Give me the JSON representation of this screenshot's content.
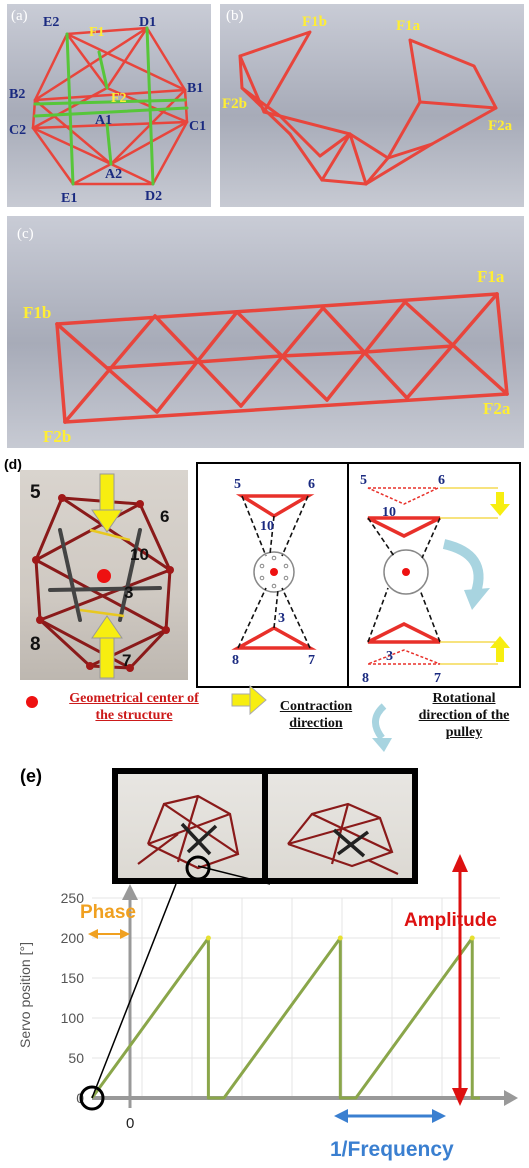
{
  "panel_a": {
    "letter": "(a)",
    "labels": {
      "E2": "E2",
      "F1": "F1",
      "D1": "D1",
      "B2": "B2",
      "F2": "F2",
      "B1": "B1",
      "C2": "C2",
      "A1": "A1",
      "C1": "C1",
      "E1": "E1",
      "A2": "A2",
      "D2": "D2"
    }
  },
  "panel_b": {
    "letter": "(b)",
    "labels": {
      "F1b": "F1b",
      "F1a": "F1a",
      "F2b": "F2b",
      "F2a": "F2a"
    }
  },
  "panel_c": {
    "letter": "(c)",
    "labels": {
      "F1b": "F1b",
      "F1a": "F1a",
      "F2b": "F2b",
      "F2a": "F2a"
    }
  },
  "panel_d": {
    "letter": "(d)",
    "photo_numbers": {
      "n5": "5",
      "n6": "6",
      "n10": "10",
      "n3": "3",
      "n8": "8",
      "n7": "7"
    },
    "diagram_left": {
      "n5": "5",
      "n6": "6",
      "n10": "10",
      "n3": "3",
      "n8": "8",
      "n7": "7"
    },
    "diagram_right": {
      "n5": "5",
      "n6": "6",
      "n10": "10",
      "n3": "3",
      "n8": "8",
      "n7": "7"
    },
    "legend": {
      "center_line1": "Geometrical center of",
      "center_line2": "the structure",
      "contraction_line1": "Contraction",
      "contraction_line2": "direction",
      "rotation_line1": "Rotational",
      "rotation_line2": "direction of the",
      "rotation_line3": "pulley"
    }
  },
  "panel_e": {
    "letter": "(e)",
    "phase_label": "Phase",
    "amplitude_label": "Amplitude",
    "frequency_label": "1/Frequency",
    "zero_label": "0"
  },
  "colors": {
    "strut_red": "#e8453c",
    "strut_green": "#57c63a",
    "label_yellow": "#ffee33",
    "label_navy": "#1a2a80",
    "signal_olive": "#8aa64a",
    "phase_orange": "#f0a020",
    "amplitude_red": "#dd1111",
    "frequency_blue": "#3a7fd0"
  },
  "chart_data": {
    "type": "line",
    "title": "",
    "xlabel": "",
    "ylabel": "Servo position [°]",
    "ylim": [
      0,
      250
    ],
    "yticks": [
      "0",
      "50",
      "100",
      "150",
      "200",
      "250"
    ],
    "x_tick_labels": [
      "0"
    ],
    "series": [
      {
        "values_description_free": true,
        "x": [
          0,
          0.9,
          0.9,
          1.02,
          1.02,
          1.92,
          1.92,
          2.04,
          2.04,
          2.94,
          2.94,
          3.0
        ],
        "y": [
          0,
          200,
          0,
          0,
          0,
          200,
          0,
          0,
          0,
          200,
          0,
          0
        ]
      }
    ]
  }
}
